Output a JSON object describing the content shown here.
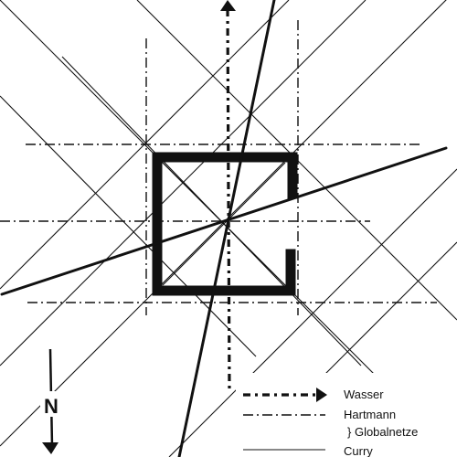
{
  "diagram": {
    "compass_letter": "N",
    "legend": {
      "water_label": "Wasser",
      "hartmann_label": "Hartmann",
      "global_grid_label": "} Globalnetze",
      "curry_label": "Curry"
    }
  },
  "colors": {
    "ink": "#111111",
    "background": "#ffffff"
  }
}
